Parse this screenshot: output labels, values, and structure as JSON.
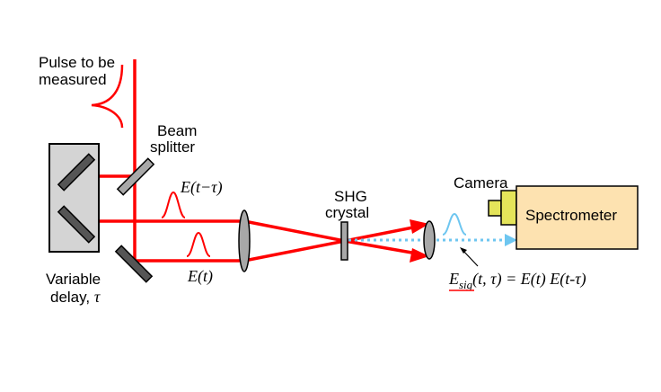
{
  "labels": {
    "pulse_line1": "Pulse to be",
    "pulse_line2": "measured",
    "beam_line1": "Beam",
    "beam_line2": "splitter",
    "shg_line1": "SHG",
    "shg_line2": "crystal",
    "camera": "Camera",
    "spectrometer": "Spectrometer",
    "delay_line1": "Variable",
    "delay_line2": "delay,"
  },
  "math": {
    "tau": "τ",
    "e_delayed": "E(t−τ)",
    "e_t": "E(t)",
    "esig_E": "E",
    "esig_sub": "sig",
    "esig_rest": "(t, τ) = E(t) E(t-τ)"
  },
  "colors": {
    "beam": "#ff0000",
    "signal": "#6ec6f0",
    "optic_gray": "#a8a8a8",
    "mirror_dark": "#555555",
    "delay_box": "#d4d4d4",
    "spectrometer_fill": "#fde2b0",
    "camera_fill": "#e4e45a"
  }
}
